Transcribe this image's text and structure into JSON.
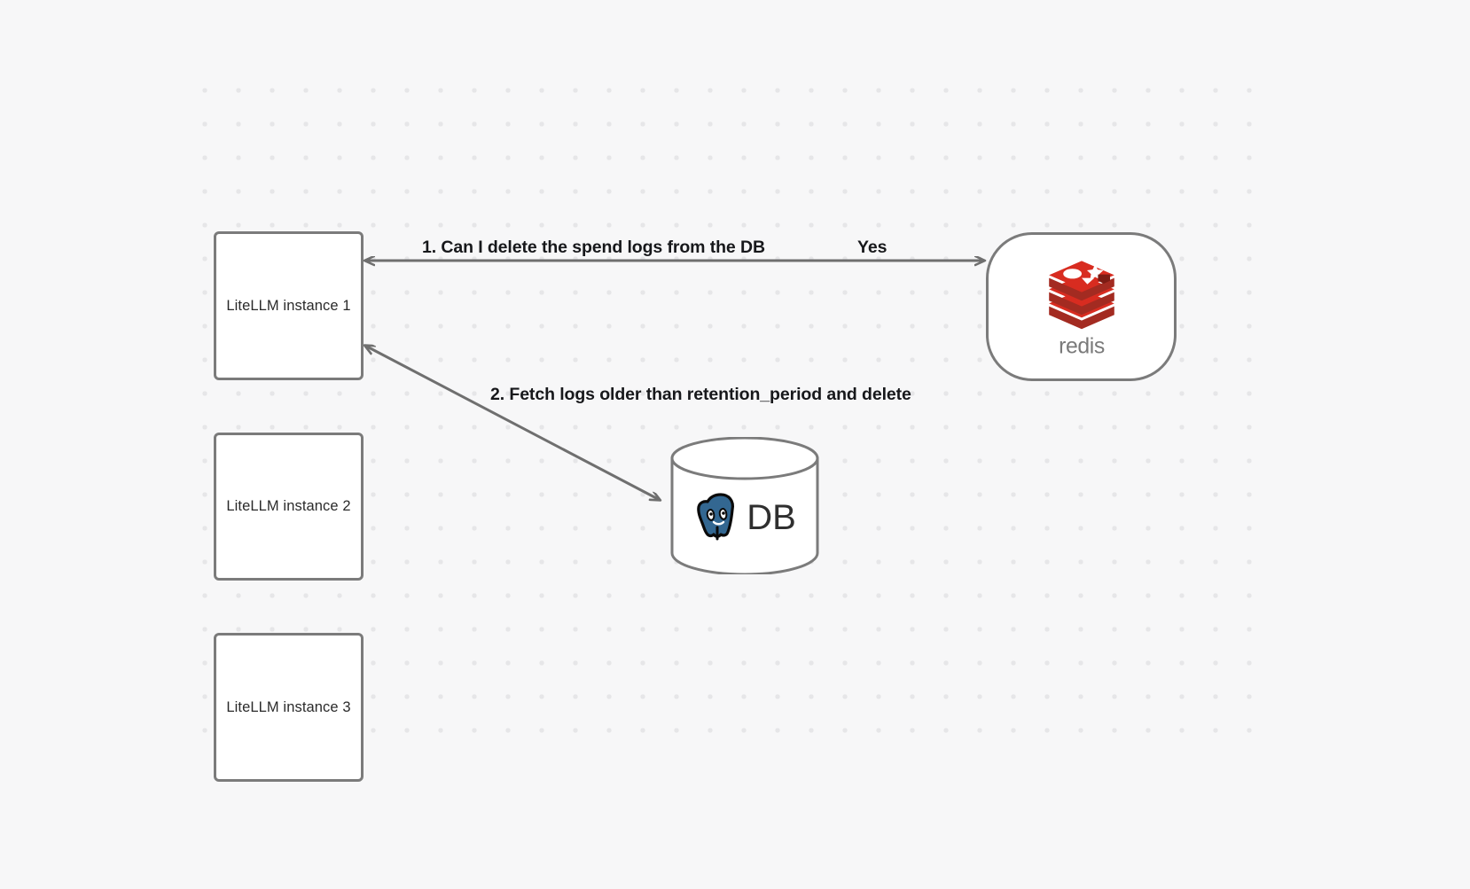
{
  "diagram": {
    "title": "LiteLLM spend log deletion flow",
    "background_color": "#f7f7f8",
    "grid": "dot-grid",
    "nodes": [
      {
        "id": "litellm-1",
        "label": "LiteLLM instance 1",
        "shape": "rounded-rect"
      },
      {
        "id": "litellm-2",
        "label": "LiteLLM instance 2",
        "shape": "rounded-rect"
      },
      {
        "id": "litellm-3",
        "label": "LiteLLM instance 3",
        "shape": "rounded-rect"
      },
      {
        "id": "redis",
        "label": "redis",
        "shape": "stadium",
        "logo": "redis-logo"
      },
      {
        "id": "database",
        "label": "DB",
        "shape": "cylinder",
        "logo": "postgresql-elephant-logo"
      }
    ],
    "edges": [
      {
        "id": "edge-1",
        "from": "litellm-1",
        "to": "redis",
        "label": "1.  Can I delete the spend logs from the DB",
        "reply_label": "Yes",
        "direction": "bidirectional"
      },
      {
        "id": "edge-2",
        "from": "litellm-1",
        "to": "database",
        "label": "2.  Fetch logs older than retention_period and delete",
        "direction": "bidirectional"
      }
    ],
    "colors": {
      "node_stroke": "#7b7b7b",
      "node_fill": "#ffffff",
      "edge_stroke": "#6f6f6f",
      "label_text": "#17181b",
      "node_text": "#2a2a2a",
      "redis_red": "#d82c20",
      "redis_wordmark": "#7a7a7a",
      "postgres_blue": "#336791",
      "grid_dot": "#e6e6e8"
    }
  }
}
